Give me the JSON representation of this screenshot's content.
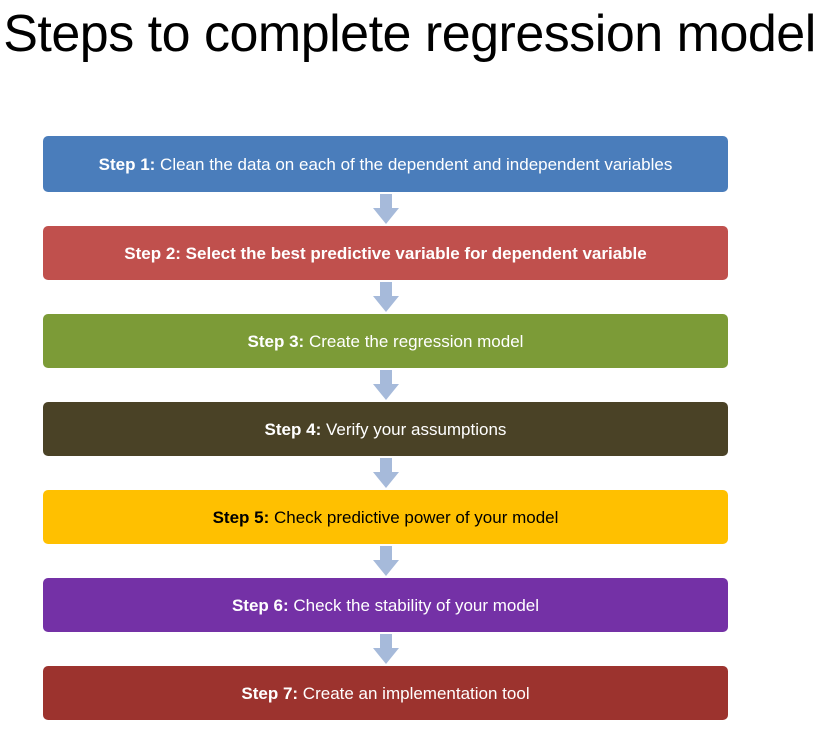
{
  "title": "Steps to complete regression model",
  "colors": {
    "background": "#ffffff",
    "title_text": "#000000",
    "arrow": "#a6bada",
    "step1_fill": "#4a7dbb",
    "step2_fill": "#c0504d",
    "step3_fill": "#7c9b37",
    "step4_fill": "#4a4226",
    "step5_fill": "#ffc000",
    "step6_fill": "#7431a6",
    "step7_fill": "#9c332e",
    "light_text": "#ffffff",
    "dark_text": "#000000"
  },
  "chart_data": {
    "type": "diagram",
    "diagram_kind": "vertical-flowchart",
    "title": "Steps to complete regression model",
    "node_count": 7,
    "connector": "down-arrow",
    "nodes": [
      {
        "label": "Step 1:",
        "text": "Clean the data on each of the dependent and independent variables",
        "fill": "#4a7dbb",
        "text_color": "#ffffff"
      },
      {
        "label": "Step 2:",
        "text": "Select the best predictive variable for dependent variable",
        "fill": "#c0504d",
        "text_color": "#ffffff"
      },
      {
        "label": "Step 3:",
        "text": "Create the regression model",
        "fill": "#7c9b37",
        "text_color": "#ffffff"
      },
      {
        "label": "Step 4:",
        "text": "Verify your assumptions",
        "fill": "#4a4226",
        "text_color": "#ffffff"
      },
      {
        "label": "Step 5:",
        "text": "Check predictive power of your model",
        "fill": "#ffc000",
        "text_color": "#000000"
      },
      {
        "label": "Step 6:",
        "text": "Check the stability of your model",
        "fill": "#7431a6",
        "text_color": "#ffffff"
      },
      {
        "label": "Step 7:",
        "text": "Create an implementation tool",
        "fill": "#9c332e",
        "text_color": "#ffffff"
      }
    ]
  },
  "steps": [
    {
      "label": "Step 1:",
      "text": " Clean the data on each of the dependent and independent variables",
      "fill": "#4a7dbb",
      "text_color": "#ffffff",
      "all_bold": false
    },
    {
      "label": "Step 2:",
      "text": " Select the best predictive variable for dependent variable",
      "fill": "#c0504d",
      "text_color": "#ffffff",
      "all_bold": true
    },
    {
      "label": "Step 3:",
      "text": " Create the regression model",
      "fill": "#7c9b37",
      "text_color": "#ffffff",
      "all_bold": false
    },
    {
      "label": "Step 4:",
      "text": " Verify your assumptions",
      "fill": "#4a4226",
      "text_color": "#ffffff",
      "all_bold": false
    },
    {
      "label": "Step 5:",
      "text": " Check predictive power of your model",
      "fill": "#ffc000",
      "text_color": "#000000",
      "all_bold": false
    },
    {
      "label": "Step 6:",
      "text": " Check the stability of your model",
      "fill": "#7431a6",
      "text_color": "#ffffff",
      "all_bold": false
    },
    {
      "label": "Step 7:",
      "text": " Create an implementation tool",
      "fill": "#9c332e",
      "text_color": "#ffffff",
      "all_bold": false
    }
  ]
}
